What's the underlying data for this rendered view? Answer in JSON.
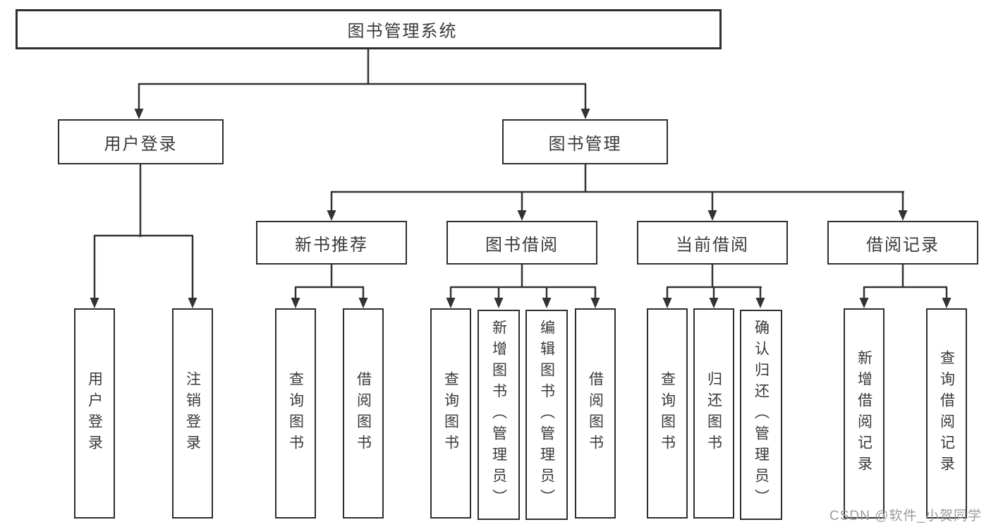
{
  "diagram": {
    "root": {
      "label": "图书管理系统"
    },
    "level2": [
      {
        "id": "user-login",
        "label": "用户登录"
      },
      {
        "id": "book-management",
        "label": "图书管理"
      }
    ],
    "level3": [
      {
        "id": "new-book-recommend",
        "label": "新书推荐",
        "parent": "图书管理"
      },
      {
        "id": "book-borrowing",
        "label": "图书借阅",
        "parent": "图书管理"
      },
      {
        "id": "current-borrowing",
        "label": "当前借阅",
        "parent": "图书管理"
      },
      {
        "id": "borrowing-records",
        "label": "借阅记录",
        "parent": "图书管理"
      }
    ],
    "leaves": [
      {
        "id": "user-login-leaf",
        "label": "用户登录",
        "parent": "用户登录"
      },
      {
        "id": "logout",
        "label": "注销登录",
        "parent": "用户登录"
      },
      {
        "id": "recommend-query-books",
        "label": "查询图书",
        "parent": "新书推荐"
      },
      {
        "id": "recommend-borrow-books",
        "label": "借阅图书",
        "parent": "新书推荐"
      },
      {
        "id": "borrowing-query-books",
        "label": "查询图书",
        "parent": "图书借阅"
      },
      {
        "id": "borrowing-add-books-admin",
        "label": "新增图书（管理员）",
        "parent": "图书借阅"
      },
      {
        "id": "borrowing-edit-books-admin",
        "label": "编辑图书（管理员）",
        "parent": "图书借阅"
      },
      {
        "id": "borrowing-borrow-books",
        "label": "借阅图书",
        "parent": "图书借阅"
      },
      {
        "id": "current-query-books",
        "label": "查询图书",
        "parent": "当前借阅"
      },
      {
        "id": "current-return-books",
        "label": "归还图书",
        "parent": "当前借阅"
      },
      {
        "id": "current-confirm-return-admin",
        "label": "确认归还（管理员）",
        "parent": "当前借阅"
      },
      {
        "id": "records-add-record",
        "label": "新增借阅记录",
        "parent": "借阅记录"
      },
      {
        "id": "records-query-record",
        "label": "查询借阅记录",
        "parent": "借阅记录"
      }
    ]
  },
  "watermark": {
    "text": "CSDN @软件_小贺同学"
  },
  "colors": {
    "line": "#333333",
    "box_border": "#2e2e2e",
    "text": "#3a3a3a",
    "watermark": "#9b9b9b",
    "background": "#ffffff"
  }
}
